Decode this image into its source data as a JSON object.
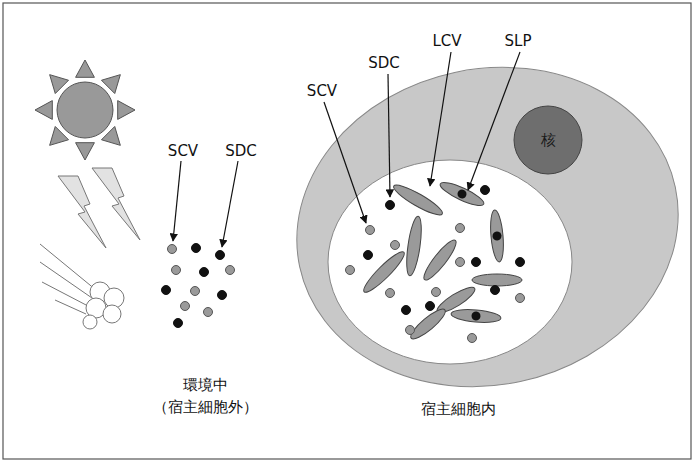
{
  "diagram": {
    "nodes": [
      {
        "text": [
          "宿主細胞内"
        ]
      },
      {
        "text": [
          "核"
        ],
        "in": 0
      }
    ],
    "labels": [
      "SCV",
      "SDC",
      "SCV",
      "SDC",
      "LCV",
      "SLP",
      "環境中 （宿主細胞外）"
    ]
  }
}
